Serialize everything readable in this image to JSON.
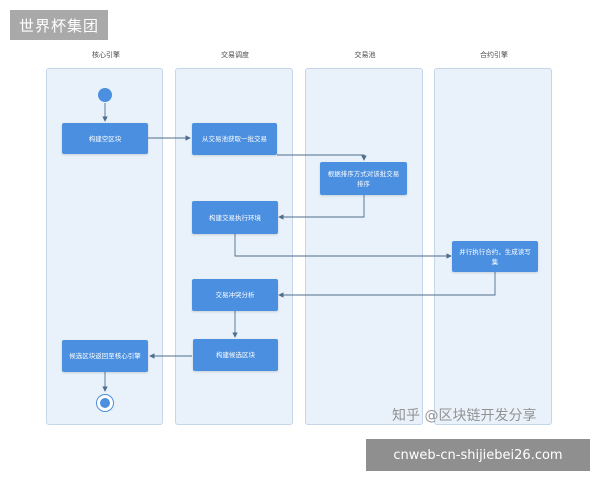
{
  "brand": {
    "label": "世界杯集团"
  },
  "lanes": [
    {
      "title": "核心引擎"
    },
    {
      "title": "交易调度"
    },
    {
      "title": "交易池"
    },
    {
      "title": "合约引擎"
    }
  ],
  "nodes": {
    "build_empty_block": "构建空区块",
    "fetch_batch": "从交易池获取一批交易",
    "sort_batch": "根据排序方式对该批交易排序",
    "build_exec_env": "构建交易执行环境",
    "parallel_exec": "并行执行合约，生成读写集",
    "conflict_analysis": "交易冲突分析",
    "build_candidate": "构建候选区块",
    "return_candidate": "候选区块返回至核心引擎"
  },
  "watermark": {
    "zhihu": "知乎 @区块链开发分享"
  },
  "footer": {
    "url": "cnweb-cn-shijiebei26.com"
  },
  "colors": {
    "node": "#4a8fe0",
    "lane_bg": "#e9f2fb",
    "connector": "#4f6e8e"
  }
}
